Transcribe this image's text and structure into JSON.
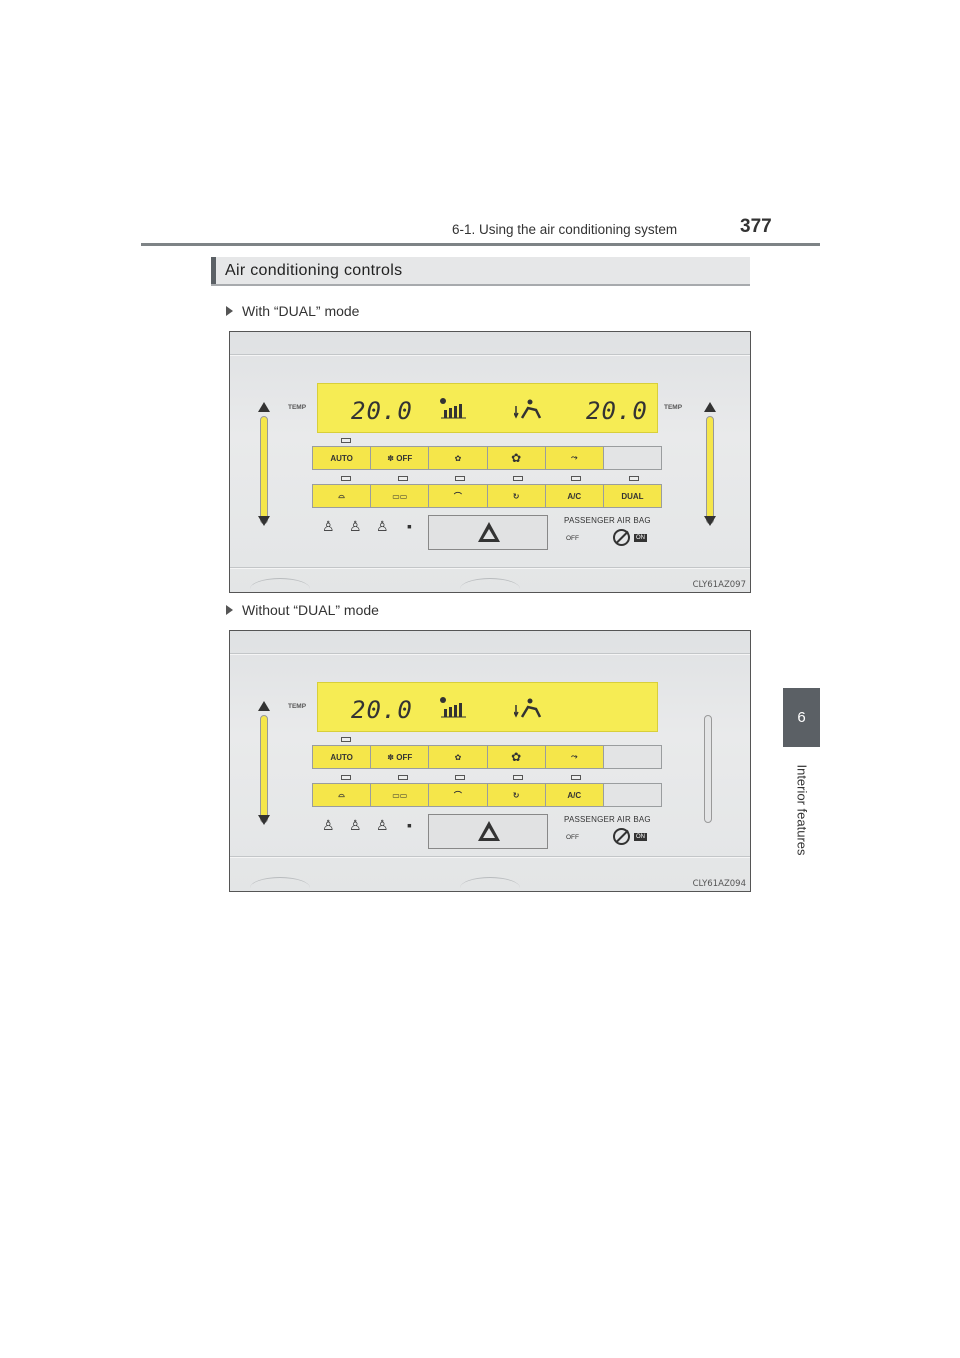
{
  "header": {
    "section_title": "6-1. Using the air conditioning system",
    "page_number": "377"
  },
  "side_tab": {
    "chapter_number": "6",
    "chapter_title": "Interior features"
  },
  "section": {
    "title": "Air conditioning controls"
  },
  "figures": [
    {
      "caption": "With “DUAL” mode",
      "image_code": "CLY61AZ097",
      "temp_left": "20.0",
      "temp_right": "20.0",
      "temp_label": "TEMP",
      "row1": [
        "AUTO",
        "OFF",
        "",
        "",
        "",
        ""
      ],
      "row2": [
        "",
        "",
        "",
        "",
        "A/C",
        "DUAL"
      ],
      "airbag_label": "PASSENGER  AIR BAG",
      "airbag_off": "OFF",
      "airbag_on": "ON"
    },
    {
      "caption": "Without “DUAL” mode",
      "image_code": "CLY61AZ094",
      "temp_left": "20.0",
      "temp_label": "TEMP",
      "row1": [
        "AUTO",
        "OFF",
        "",
        "",
        "",
        ""
      ],
      "row2": [
        "",
        "",
        "",
        "",
        "A/C",
        ""
      ],
      "airbag_label": "PASSENGER  AIR BAG",
      "airbag_off": "OFF",
      "airbag_on": "ON"
    }
  ],
  "colors": {
    "lcd": "#f6ec54",
    "button_active": "#f5e64a",
    "header_rule": "#7e8386",
    "tab": "#5b6065"
  }
}
